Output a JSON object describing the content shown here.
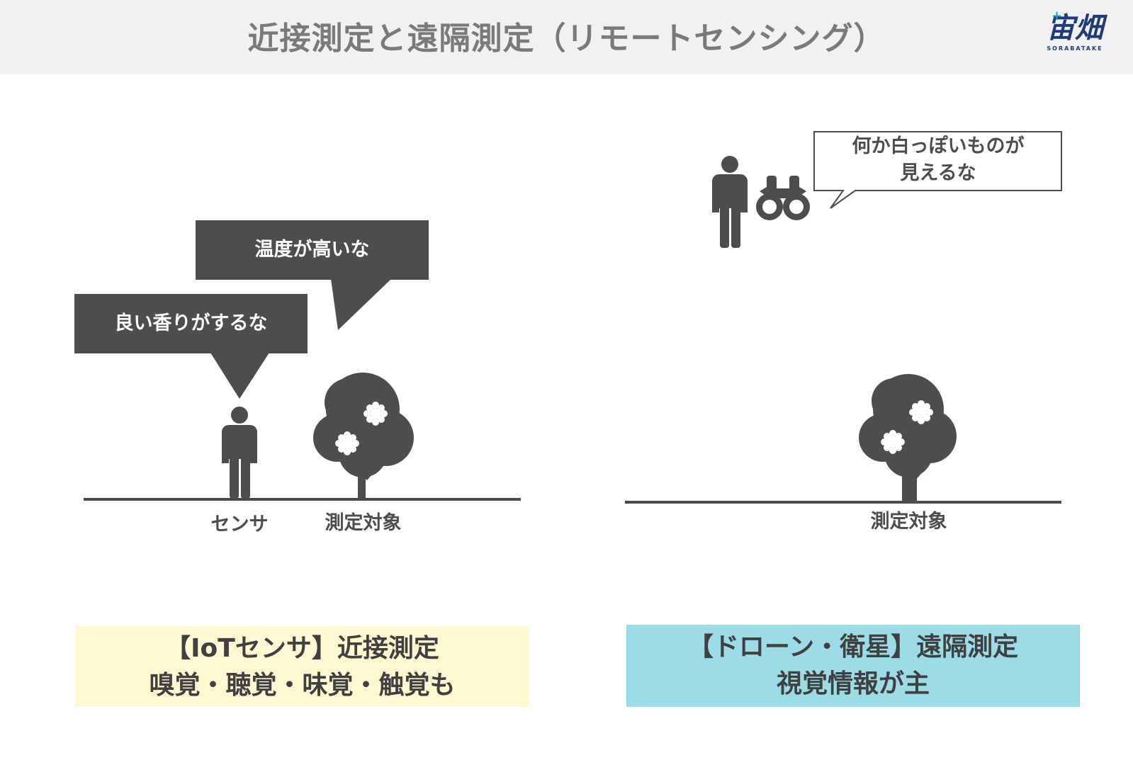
{
  "header": {
    "title": "近接測定と遠隔測定（リモートセンシング）",
    "logo": {
      "mark": "宙畑",
      "sub": "SORABATAKE"
    }
  },
  "left_panel": {
    "bubble_temperature": "温度が高いな",
    "bubble_smell": "良い香りがするな",
    "label_sensor": "センサ",
    "label_target": "測定対象",
    "caption_line1": "【IoTセンサ】近接測定",
    "caption_line2": "嗅覚・聴覚・味覚・触覚も"
  },
  "right_panel": {
    "bubble_line1": "何か白っぽいものが",
    "bubble_line2": "見えるな",
    "label_target": "測定対象",
    "caption_line1": "【ドローン・衛星】遠隔測定",
    "caption_line2": "視覚情報が主"
  },
  "colors": {
    "dark_gray": "#4d4d4d",
    "header_bg": "#f1f1f1",
    "caption_yellow": "#fff8d0",
    "caption_blue": "#9bdce7",
    "logo_navy": "#1f3c7a",
    "logo_cyan": "#19a6c4"
  }
}
